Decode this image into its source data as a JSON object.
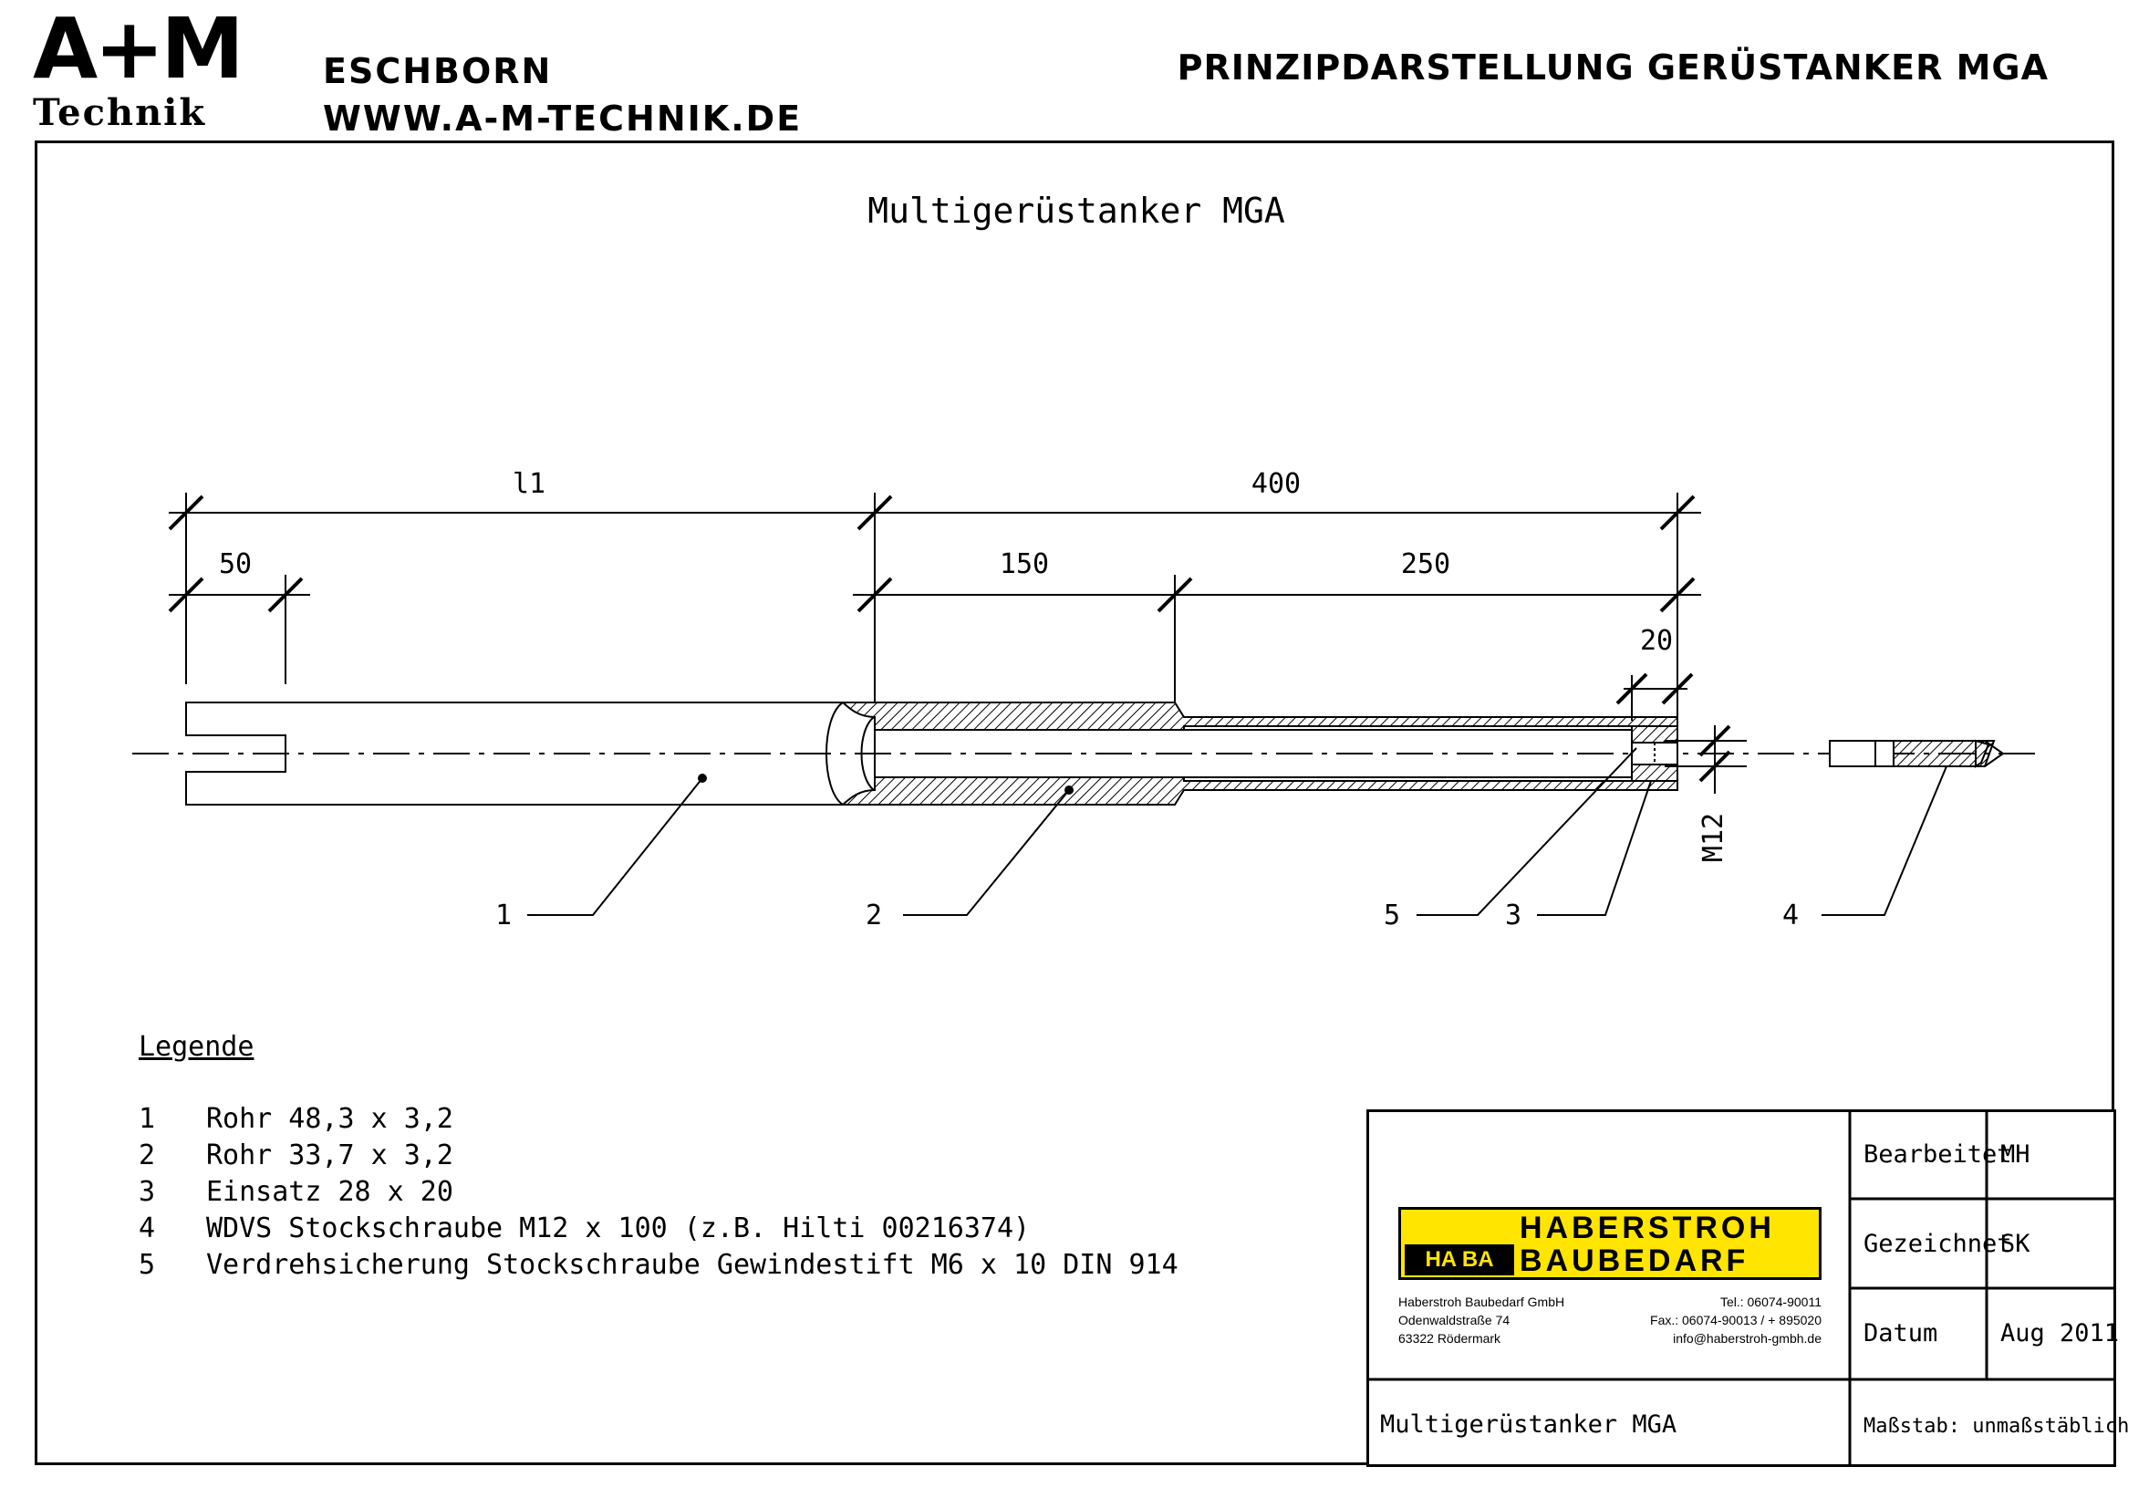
{
  "header": {
    "logo_main": "A+M",
    "logo_sub": "Technik",
    "company_city": "ESCHBORN",
    "company_web": "WWW.A-M-TECHNIK.DE",
    "document_title": "PRINZIPDARSTELLUNG GERÜSTANKER MGA"
  },
  "drawing": {
    "title": "Multigerüstanker MGA",
    "dimensions": {
      "l1": "l1",
      "d400": "400",
      "d50": "50",
      "d150": "150",
      "d250": "250",
      "d20": "20",
      "thread": "M12"
    },
    "callouts": [
      "1",
      "2",
      "5",
      "3",
      "4"
    ]
  },
  "legend": {
    "title": "Legende",
    "items": [
      {
        "num": "1",
        "text": "Rohr 48,3 x 3,2"
      },
      {
        "num": "2",
        "text": "Rohr 33,7 x 3,2"
      },
      {
        "num": "3",
        "text": "Einsatz 28 x 20"
      },
      {
        "num": "4",
        "text": "WDVS Stockschraube M12 x 100 (z.B. Hilti 00216374)"
      },
      {
        "num": "5",
        "text": "Verdrehsicherung Stockschraube Gewindestift M6 x 10 DIN 914"
      }
    ]
  },
  "title_block": {
    "supplier": {
      "logo_line1": "HABERSTROH",
      "logo_line2": "BAUBEDARF",
      "logo_mark": "HA BA",
      "address_left": [
        "Haberstroh Baubedarf GmbH",
        "Odenwaldstraße 74",
        "63322 Rödermark"
      ],
      "address_right": [
        "Tel.: 06074-90011",
        "Fax.: 06074-90013 / + 895020",
        "info@haberstroh-gmbh.de"
      ]
    },
    "rows": [
      {
        "label": "Bearbeitet",
        "value": "MH"
      },
      {
        "label": "Gezeichnet",
        "value": "SK"
      },
      {
        "label": "Datum",
        "value": "Aug 2011"
      }
    ],
    "part_name": "Multigerüstanker MGA",
    "scale": "Maßstab: unmaßstäblich"
  },
  "colors": {
    "line": "#000000",
    "haba_yellow": "#ffe500"
  }
}
